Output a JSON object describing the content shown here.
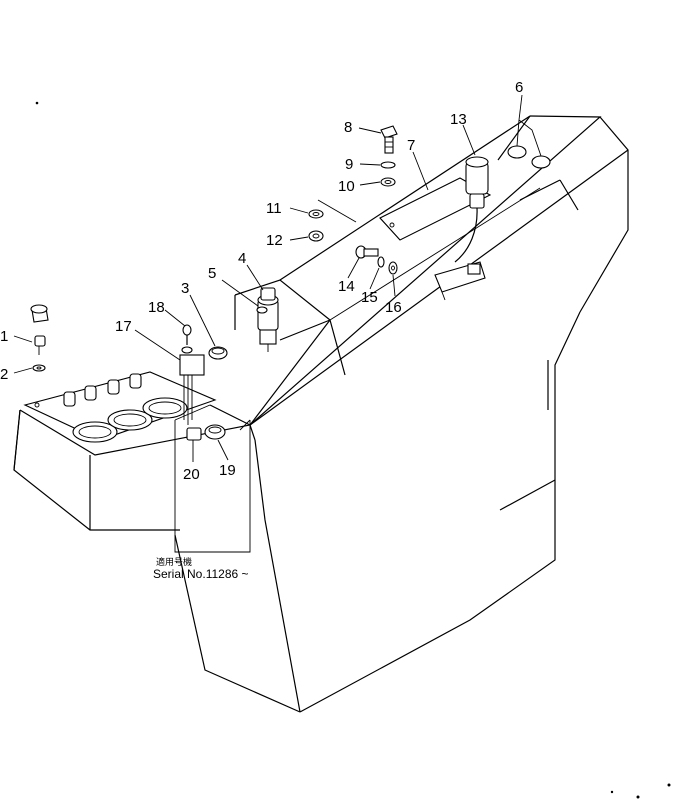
{
  "parts": [
    {
      "id": "1",
      "label": "1"
    },
    {
      "id": "2",
      "label": "2"
    },
    {
      "id": "3",
      "label": "3"
    },
    {
      "id": "4",
      "label": "4"
    },
    {
      "id": "5",
      "label": "5"
    },
    {
      "id": "6",
      "label": "6"
    },
    {
      "id": "7",
      "label": "7"
    },
    {
      "id": "8",
      "label": "8"
    },
    {
      "id": "9",
      "label": "9"
    },
    {
      "id": "10",
      "label": "10"
    },
    {
      "id": "11",
      "label": "11"
    },
    {
      "id": "12",
      "label": "12"
    },
    {
      "id": "13",
      "label": "13"
    },
    {
      "id": "14",
      "label": "14"
    },
    {
      "id": "15",
      "label": "15"
    },
    {
      "id": "16",
      "label": "16"
    },
    {
      "id": "17",
      "label": "17"
    },
    {
      "id": "18",
      "label": "18"
    },
    {
      "id": "19",
      "label": "19"
    },
    {
      "id": "20",
      "label": "20"
    }
  ],
  "serial_note": {
    "japanese": "適用号機",
    "serial": "Serial No.11286 ~"
  }
}
